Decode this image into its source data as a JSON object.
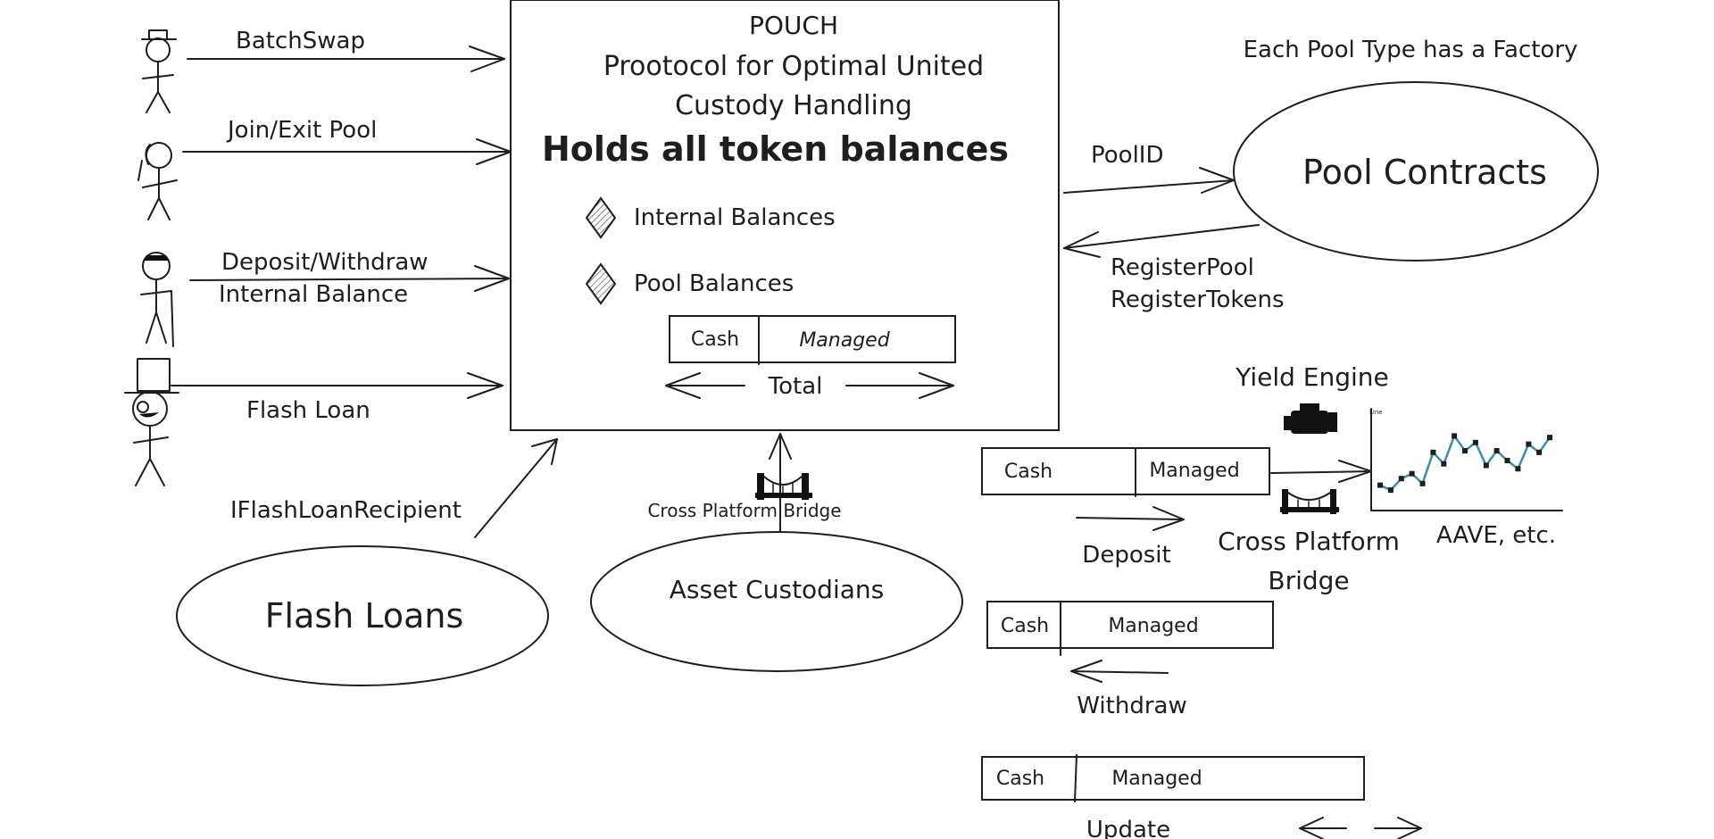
{
  "pouch": {
    "title": "POUCH",
    "subtitle_line1": "Prootocol for Optimal United",
    "subtitle_line2": "Custody Handling",
    "holds": "Holds all token balances",
    "internal_balances": "Internal Balances",
    "pool_balances": "Pool Balances",
    "cash": "Cash",
    "managed": "Managed",
    "total": "Total"
  },
  "actors": {
    "batch_swap": "BatchSwap",
    "join_exit": "Join/Exit Pool",
    "deposit_withdraw_line1": "Deposit/Withdraw",
    "deposit_withdraw_line2": "Internal Balance",
    "flash_loan": "Flash Loan"
  },
  "pools": {
    "factory_note": "Each Pool Type has a Factory",
    "pool_id": "PoolID",
    "pool_contracts": "Pool Contracts",
    "register_pool": "RegisterPool",
    "register_tokens": "RegisterTokens"
  },
  "flash": {
    "recipient": "IFlashLoanRecipient",
    "flash_loans": "Flash Loans"
  },
  "custodians": {
    "bridge": "Cross Platform Bridge",
    "asset_custodians": "Asset Custodians"
  },
  "yield": {
    "engine": "Yield Engine",
    "chart_axis_label": "Line",
    "cash": "Cash",
    "managed": "Managed",
    "deposit": "Deposit",
    "bridge_line1": "Cross Platform",
    "bridge_line2": "Bridge",
    "aave": "AAVE, etc.",
    "withdraw": "Withdraw",
    "update": "Update"
  },
  "mini_chart": {
    "line_color": "#3d8ea8",
    "points": [
      0.2,
      0.14,
      0.28,
      0.34,
      0.22,
      0.6,
      0.46,
      0.8,
      0.62,
      0.72,
      0.44,
      0.62,
      0.5,
      0.4,
      0.7,
      0.6,
      0.78
    ]
  }
}
